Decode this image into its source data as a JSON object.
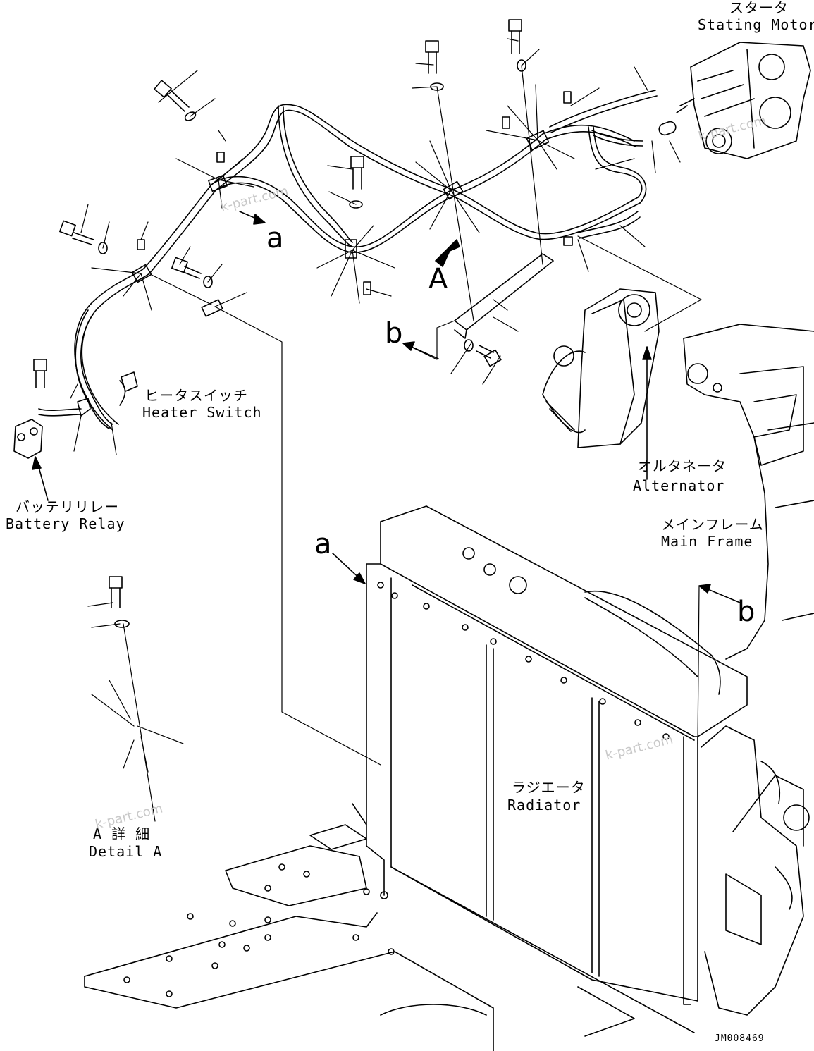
{
  "labels": {
    "starting_motor_jp": "スタータ",
    "starting_motor_en": "Stating Motor",
    "heater_switch_jp": "ヒータスイッチ",
    "heater_switch_en": "Heater Switch",
    "battery_relay_jp": "バッテリリレー",
    "battery_relay_en": "Battery Relay",
    "alternator_jp": "オルタネータ",
    "alternator_en": "Alternator",
    "main_frame_jp": "メインフレーム",
    "main_frame_en": "Main Frame",
    "radiator_jp": "ラジエータ",
    "radiator_en": "Radiator",
    "detail_a_jp": "A 詳 細",
    "detail_a_en": "Detail A"
  },
  "callouts": {
    "view_a": "A",
    "ref_a_top": "a",
    "ref_a_bottom": "a",
    "ref_b_left": "b",
    "ref_b_right": "b"
  },
  "watermark": "k-part.com",
  "drawing_code": "JM008469"
}
